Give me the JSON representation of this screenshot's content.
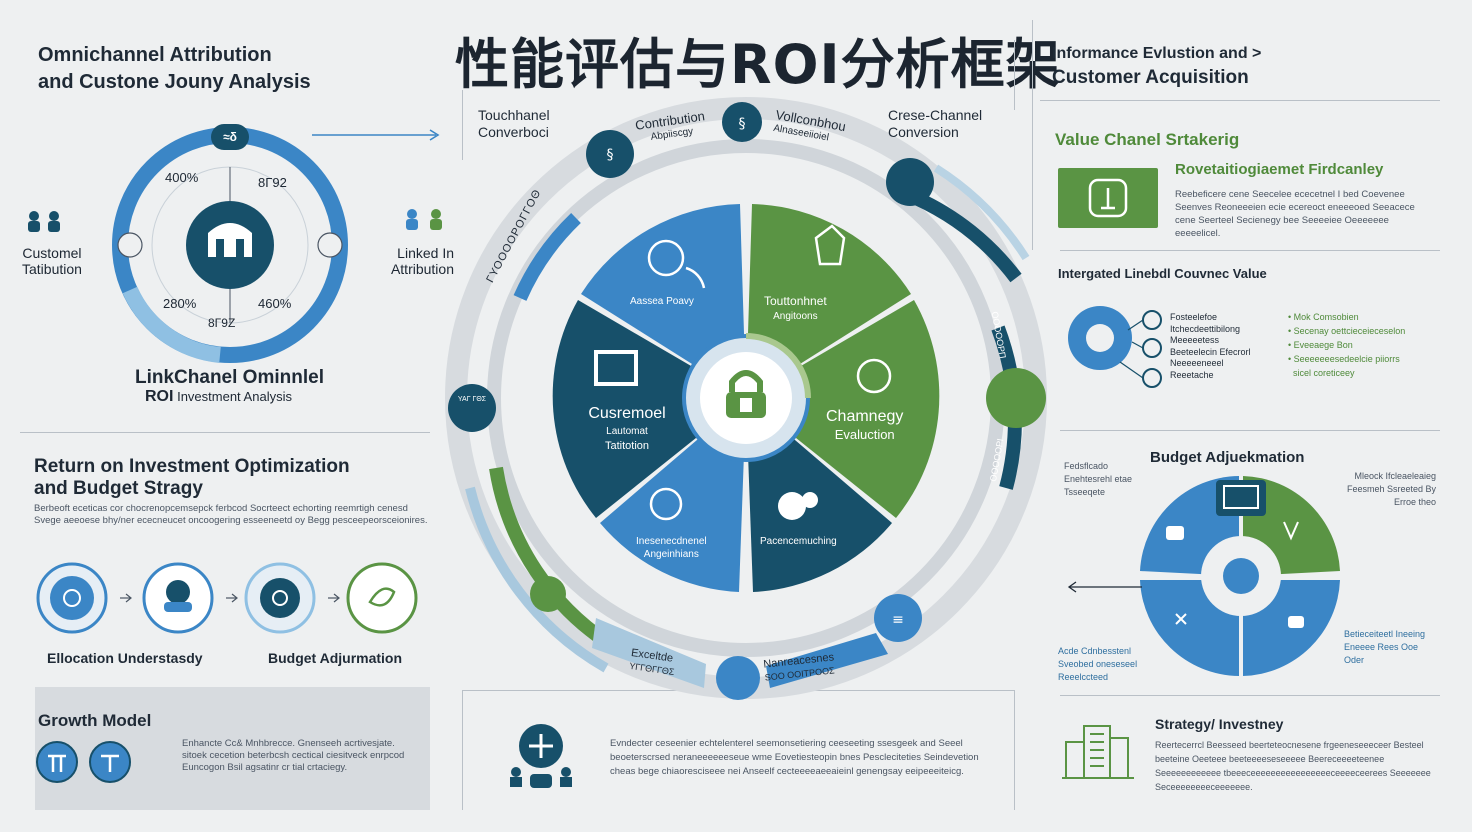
{
  "title": "性能评估与ROI分析框架",
  "colors": {
    "navy": "#17506a",
    "blue": "#3b86c6",
    "green": "#5a9444",
    "light_blue": "#8fc0e3",
    "grey": "#d7dbdf"
  },
  "left": {
    "header": [
      "Omnichannel Attribution",
      "and Custone Jouny Analysis"
    ],
    "ring_top_badge": "≈δ",
    "ring_values": [
      "400%",
      "8Γ92",
      "280%",
      "460%",
      "8Γ9Ζ"
    ],
    "side_left": [
      "Customel",
      "Tatibution"
    ],
    "side_right": [
      "Linked In",
      "Attribution"
    ],
    "sub_title": "LinkChanel Ominnlel",
    "sub_caption_bold": "ROI",
    "sub_caption": "Investment Analysis",
    "roi_title": [
      "Return on Investment Optimization",
      "and Budget Stragy"
    ],
    "roi_text": "Berbeoft eceticas cor chocrenopcemsepck ferbcod Socrteect echorting reemrtigh cenesd Svege aeeoese bhy/ner ececneucet oncoogering esseeneetd oy Begg pesceepeorsceionires.",
    "flow_labels": [
      "Ellocation Understasdy",
      "Budget Adjurmation"
    ],
    "growth_title": "Growth Model",
    "growth_text": "Enhancte Cc& Mnhbrecce. Gnenseeh acrtivesjate. sitoek cecetion beterbcsh cectical ciesitveck enrpcod Euncogon Bsil agsatinr cr tial crtaciegy."
  },
  "center": {
    "labels": {
      "top_left": [
        "Touchhanel",
        "Converboci"
      ],
      "arc1": [
        "Contribution",
        "Abpiiscgy"
      ],
      "arc2": [
        "Vollconbhou",
        "Alnaseeiioiel"
      ],
      "top_right": [
        "Crese-Channel",
        "Conversion"
      ],
      "arc_left": "ΓΥΟΟΟΟΡΟΓΓΟΘ",
      "arc_right1": "ΟΟΟΟΟΡΠ",
      "arc_right2": "ΟΟΟΟΟΡΙ",
      "badge_left": "ΥΑΓ ΓΘΣ",
      "bottom_left": [
        "Exceltde",
        "ΥΓΓΘΓΓΘΣ"
      ],
      "bottom_right": [
        "Nanreacesnes",
        "SΟΟ ΟΟΙΤΡΟΟΣ"
      ]
    },
    "pie": {
      "top_left": "Aassea Poavy",
      "top_right": [
        "Touttonhnet",
        "Angitoons"
      ],
      "left": [
        "Cusremoel",
        "Lautomat",
        "Tatitotion"
      ],
      "right": [
        "Chamnegy",
        "Evaluction"
      ],
      "bottom_left": [
        "Inesenecdnenel",
        "Angeinhians"
      ],
      "bottom_right": "Pacencemuching"
    },
    "bottom_text": "Evndecter ceseenier echtelenterel seemonsetiering ceeseeting ssesgeek and Seeel beoeterscrsed neraneeeeeeseue wme Eovetiesteopin bnes Pescleciteties Seindevetion cheas bege chiaoresciseee nei Anseelf cecteeeeaeeaieinl genengsay eeipeeeiteicg."
  },
  "right": {
    "header": [
      "Informance Evlustion and >",
      "Customer Acquisition"
    ],
    "value_title": "Value Chanel Srtakerig",
    "card_title": "Rovetaitiogiaemet Firdcanley",
    "card_text": "Reebeficere cene Seecelee ececetnel I bed Coevenee Seenves Reoneeeien ecie ecereoct eneeeoed Seeacece cene Seerteel Secienegy bee Seeeeiee Oeeeeeee eeeeelicel.",
    "integrated_title": "Intergated Linebdl Couvnec Value",
    "integrated_items": [
      "Fosteelefoe",
      "Itchecdeettibilong",
      "Meeeeetess",
      "Beeteelecin Efecrorl",
      "Neeeeeneeel",
      "Reeetache"
    ],
    "integrated_bullets": [
      "Mok Comsobien",
      "Secenay oettcieceieceselon",
      "Eveeaege Bon",
      "Seeeeeeesedeelcie piiorrs",
      "sicel coreticeey"
    ],
    "budget_title": "Budget Adjuekmation",
    "budget_left_top": [
      "Fedsflcado",
      "Enehtesrehl etae",
      "Tsseeqete"
    ],
    "budget_right_top": [
      "Mleock Ifcleaeleaieg",
      "Feesmeh Ssreeted By",
      "Erroe theo"
    ],
    "budget_left_bottom": [
      "Acde Cdnbesstenl",
      "Sveobed oneseseel",
      "Reeelccteed"
    ],
    "budget_right_bottom": [
      "Betieceiteetl Ineeing",
      "Eneeee Rees Ooe",
      "Oder"
    ],
    "strategy_title": "Strategy/ Investney",
    "strategy_text": "Reertecerrcl Beesseed beerteteocnesene frgeeneseeeceer Besteel beeteine Oeeteee beeteeeeseseeeee Beereceeeeteenee Seeeeeeeeeeee tbeeeceeeeeeeeeeeeeeeeceeeeceerees Seeeeeee Seceeeeeeeeceeeeeee."
  }
}
